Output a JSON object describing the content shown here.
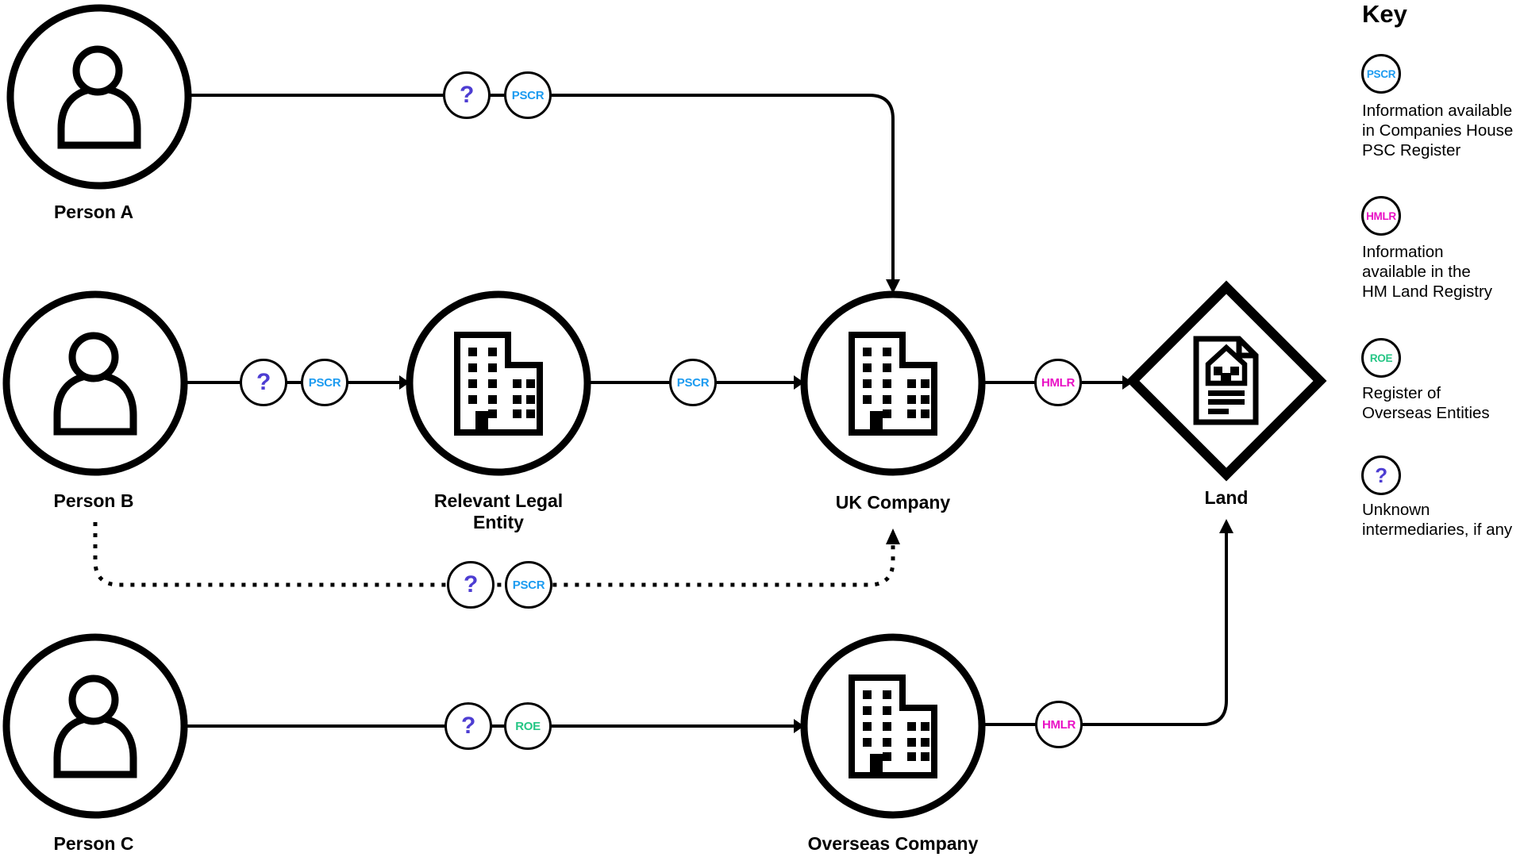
{
  "diagram": {
    "nodes": {
      "person_a": {
        "label": "Person A"
      },
      "person_b": {
        "label": "Person B"
      },
      "person_c": {
        "label": "Person C"
      },
      "relevant_legal_entity": {
        "label": "Relevant Legal\nEntity"
      },
      "uk_company": {
        "label": "UK Company"
      },
      "overseas_company": {
        "label": "Overseas Company"
      },
      "land": {
        "label": "Land"
      }
    },
    "edge_badges": {
      "person_a_to_uk_q": "?",
      "person_a_to_uk_pscr": "PSCR",
      "person_b_to_rle_q": "?",
      "person_b_to_rle_pscr": "PSCR",
      "rle_to_uk_pscr": "PSCR",
      "uk_to_land_hmlr": "HMLR",
      "person_b_to_uk_q": "?",
      "person_b_to_uk_pscr": "PSCR",
      "person_c_to_overseas_q": "?",
      "person_c_to_overseas_roe": "ROE",
      "overseas_to_land_hmlr": "HMLR"
    }
  },
  "key": {
    "title": "Key",
    "items": [
      {
        "badge": "PSCR",
        "color": "#1c9bf0",
        "description": "Information available\nin Companies House\nPSC Register"
      },
      {
        "badge": "HMLR",
        "color": "#e90fc5",
        "description": "Information\navailable in the\nHM Land Registry"
      },
      {
        "badge": "ROE",
        "color": "#25c685",
        "description": "Register of\nOverseas Entities"
      },
      {
        "badge": "?",
        "color": "#4d3dd2",
        "description": "Unknown\nintermediaries, if any"
      }
    ]
  },
  "colors": {
    "pscr_blue": "#1c9bf0",
    "hmlr_magenta": "#e90fc5",
    "roe_green": "#25c685",
    "unknown_purple": "#4d3dd2",
    "line_black": "#000000"
  }
}
